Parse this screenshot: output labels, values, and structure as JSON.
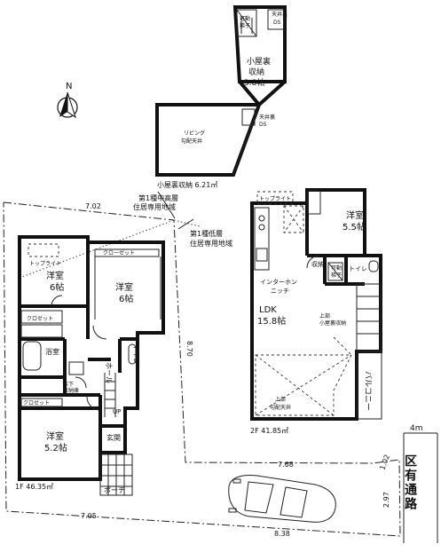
{
  "attic": {
    "room_name": "小屋裏",
    "room_use": "収納",
    "room_size": "3.8帖",
    "ds_top": "天井裏",
    "ds_top_sub": "DS",
    "ladder": "可動",
    "ladder_sub": "梯子",
    "ds_mid": "天井裏",
    "ds_mid_sub": "DS",
    "void_label": "リビング",
    "void_sub": "勾配天井",
    "total_area": "小屋裏収納 6.21㎡"
  },
  "zoning": {
    "zone1_line1": "第1種中高層",
    "zone1_line2": "住居専用地域",
    "zone2_line1": "第1種低層",
    "zone2_line2": "住居専用地域"
  },
  "floor1": {
    "room_nw_name": "洋室",
    "room_nw_size": "6帖",
    "room_ne_name": "洋室",
    "room_ne_size": "6帖",
    "room_sw_name": "洋室",
    "room_sw_size": "5.2帖",
    "bath": "浴室",
    "toilet": "トイレ",
    "hall": "ホール",
    "up": "UP",
    "entrance": "玄関",
    "porch": "ポーチ",
    "skylight": "トップライト",
    "closet": "クローゼット",
    "closet_short": "クロゼット",
    "underfloor": "床下",
    "underfloor_sub": "収納庫",
    "area": "1F 46.35㎡"
  },
  "floor2": {
    "room_name": "洋室",
    "room_size": "5.5帖",
    "ldk_name": "LDK",
    "ldk_size": "15.8帖",
    "storage": "収納",
    "toilet": "トイレ",
    "ladder": "可動",
    "ladder_sub": "梯子",
    "skylight": "トップライト",
    "intercom": "インターホン",
    "intercom_sub": "ニッチ",
    "upper_storage": "上部",
    "upper_storage_sub": "小屋裏収納",
    "upper_ceiling": "上部",
    "upper_ceiling_sub": "勾配天井",
    "balcony": "バルコニー",
    "area": "2F 41.85㎡"
  },
  "dimensions": {
    "north_edge": "7.02",
    "east_edge": "8.70",
    "south_front": "7.68",
    "corner": "1.02",
    "side": "2.97",
    "lower_left": "7.05",
    "bottom": "8.38"
  },
  "road": {
    "width": "4m",
    "name": "区有通路"
  },
  "compass": {
    "label": "N"
  }
}
